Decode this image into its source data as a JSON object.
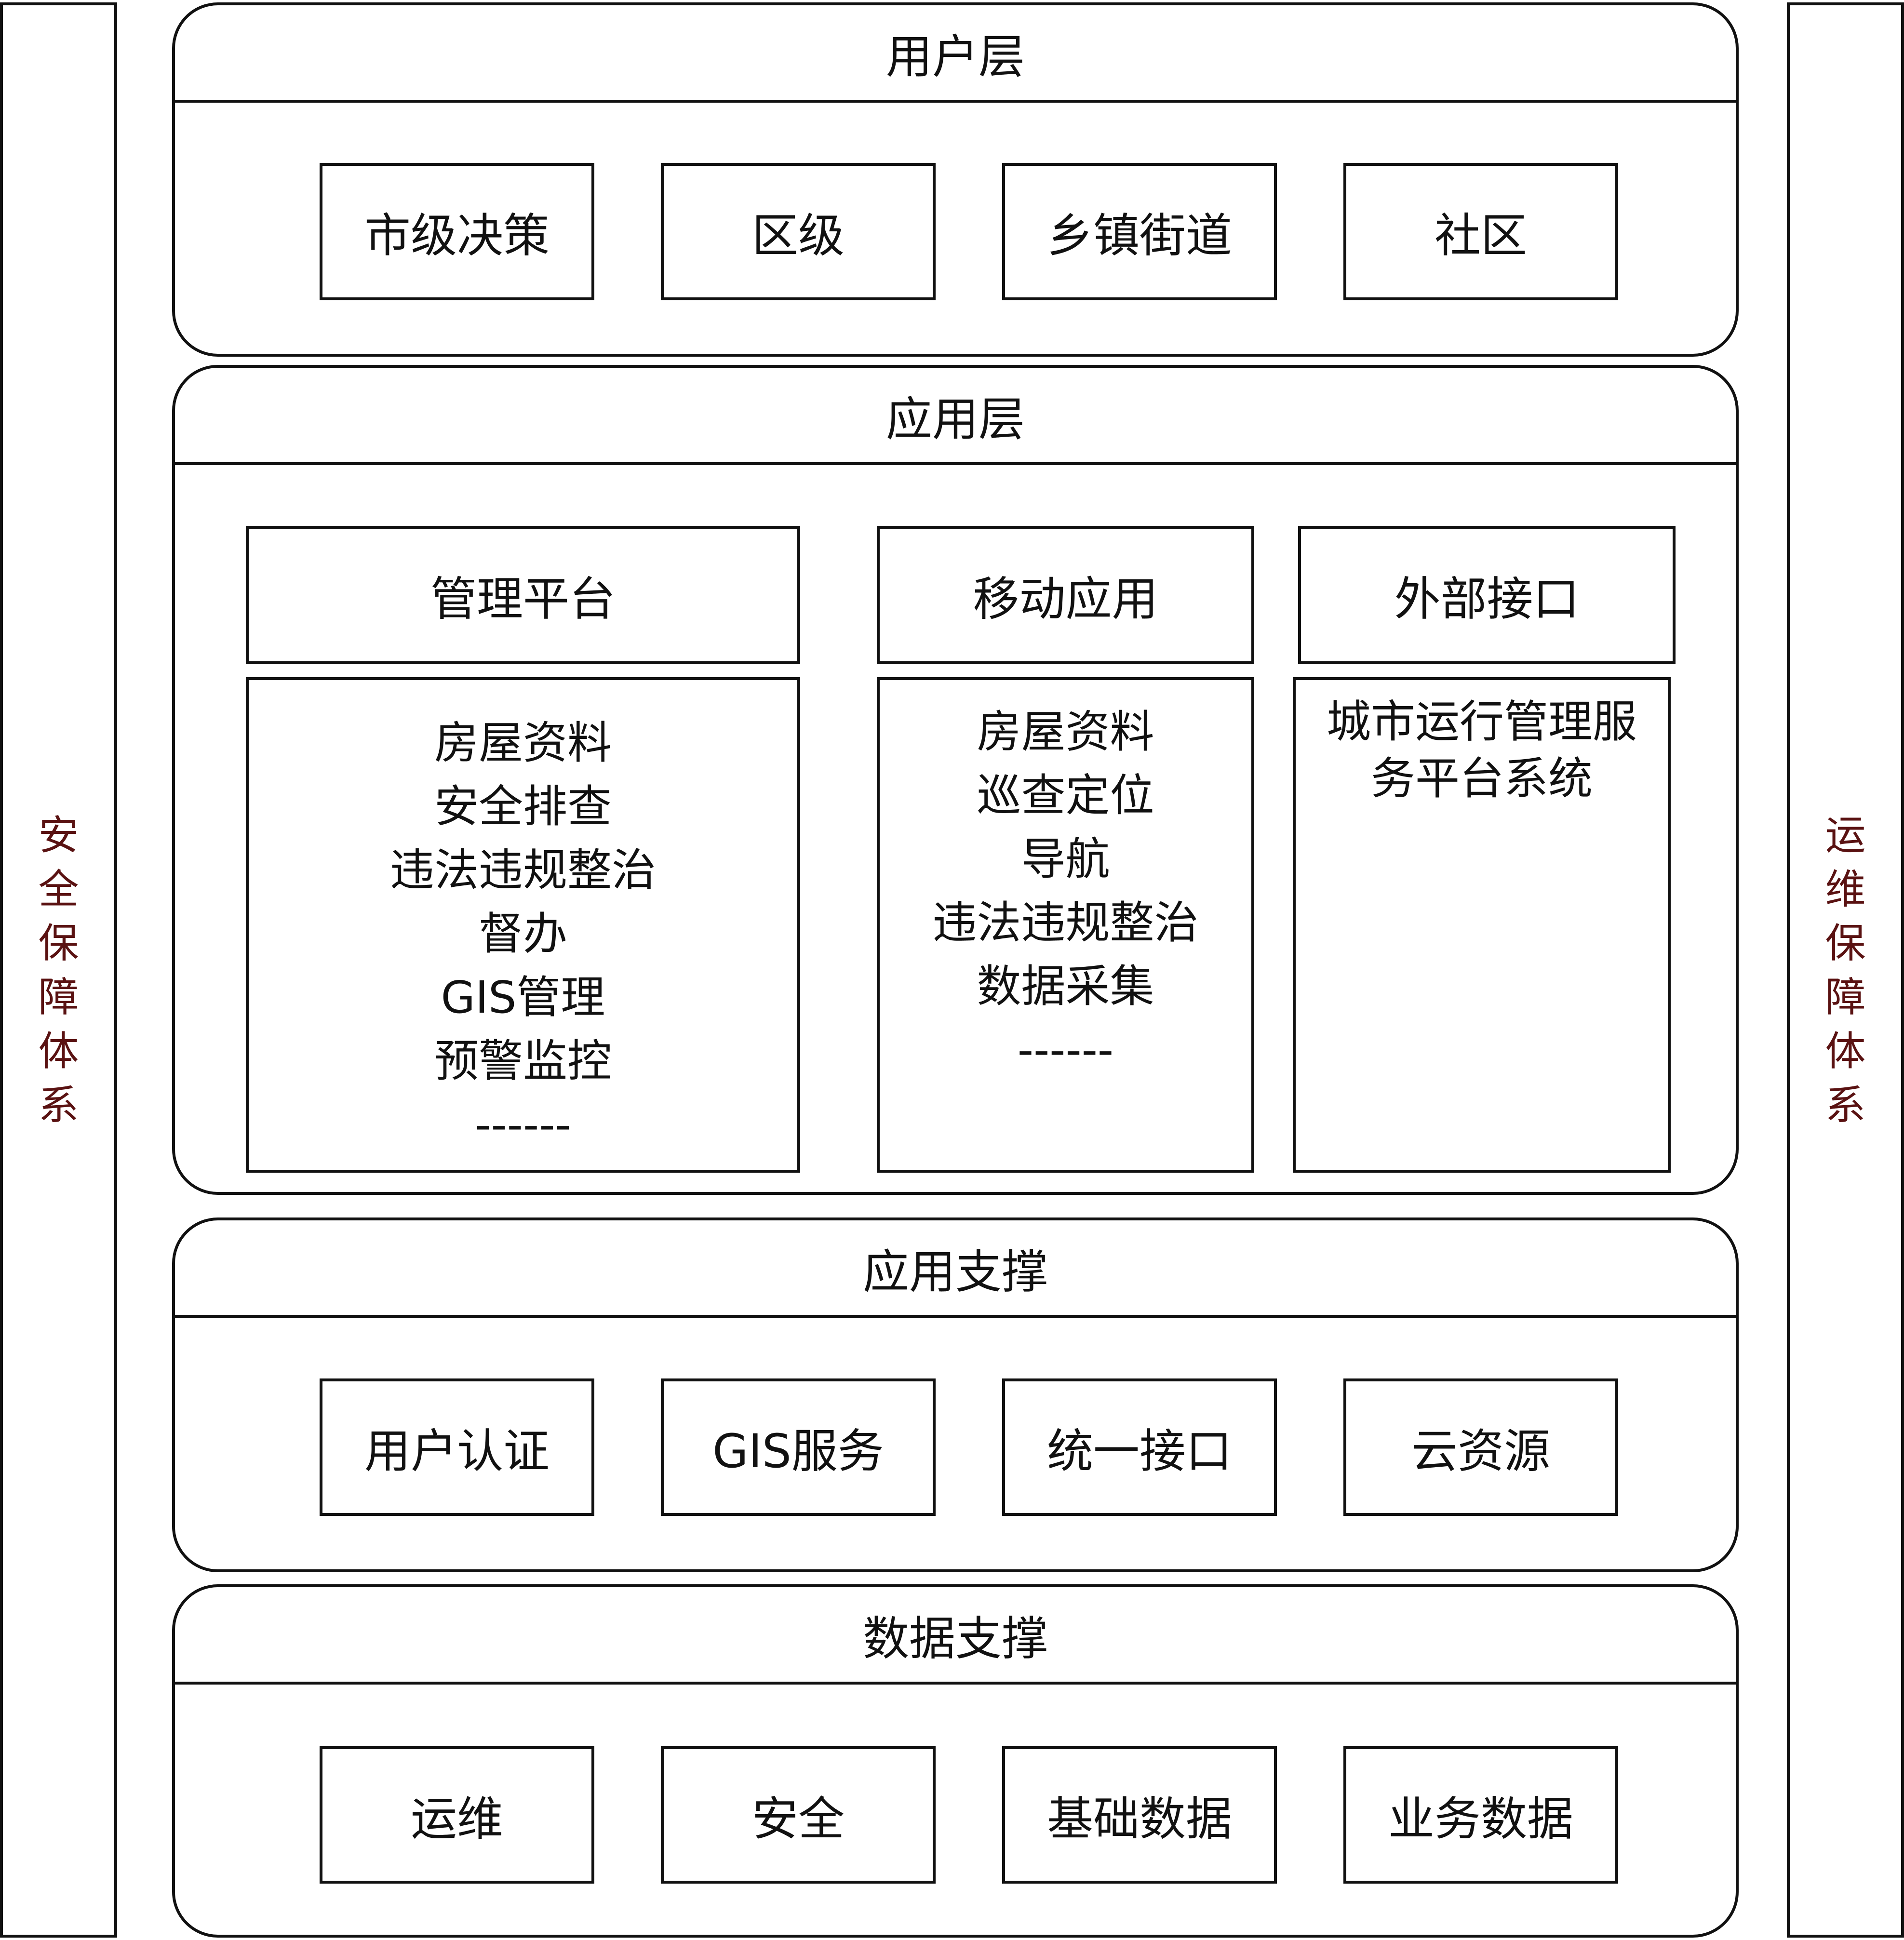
{
  "left_panel": {
    "chars": [
      "安",
      "全",
      "保",
      "障",
      "体",
      "系"
    ]
  },
  "right_panel": {
    "chars": [
      "运",
      "维",
      "保",
      "障",
      "体",
      "系"
    ]
  },
  "user_layer": {
    "title": "用户层",
    "items": [
      "市级决策",
      "区级",
      "乡镇街道",
      "社区"
    ]
  },
  "app_layer": {
    "title": "应用层",
    "columns": [
      {
        "header": "管理平台",
        "items": [
          "房屋资料",
          "安全排查",
          "违法违规整治",
          "督办",
          "GIS管理",
          "预警监控",
          "------"
        ]
      },
      {
        "header": "移动应用",
        "items": [
          "房屋资料",
          "巡查定位",
          "导航",
          "违法违规整治",
          "数据采集",
          "------"
        ]
      },
      {
        "header": "外部接口",
        "items": [
          "城市运行管理服",
          "务平台系统"
        ]
      }
    ]
  },
  "app_support": {
    "title": "应用支撑",
    "items": [
      "用户认证",
      "GIS服务",
      "统一接口",
      "云资源"
    ]
  },
  "data_support": {
    "title": "数据支撑",
    "items": [
      "运维",
      "安全",
      "基础数据",
      "业务数据"
    ]
  }
}
